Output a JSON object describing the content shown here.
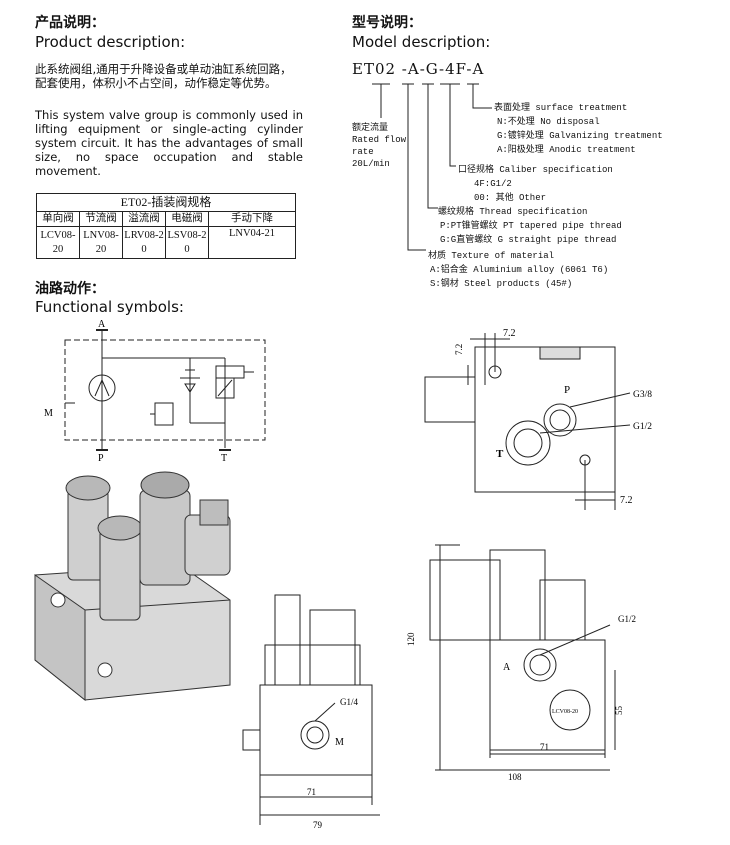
{
  "product": {
    "heading_cn": "产品说明：",
    "heading_en": "Product description:",
    "text_cn": "此系统阀组,通用于升降设备或单动油缸系统回路，配套使用，体积小不占空间，动作稳定等优势。",
    "text_en": "This system valve group is commonly used in lifting equipment or single-acting cylinder system circuit. It has the advantages of small size, no space occupation and stable movement."
  },
  "spec_table": {
    "title": "ET02-插装阀规格",
    "headers": [
      "单向阀",
      "节流阀",
      "溢流阀",
      "电磁阀",
      "手动下降"
    ],
    "values": [
      "LCV08-20",
      "LNV08-20",
      "LRV08-20",
      "LSV08-20",
      "LNV04-21"
    ]
  },
  "functional": {
    "heading_cn": "油路动作：",
    "heading_en": "Functional symbols:",
    "port_a": "A",
    "port_p": "P",
    "port_t": "T",
    "port_m": "M"
  },
  "model": {
    "heading_cn": "型号说明：",
    "heading_en": "Model description:",
    "code": "ET02 -A-G-4F-A",
    "flow": {
      "cn": "额定流量",
      "en1": "Rated flow",
      "en2": "rate",
      "unit": "20L/min"
    },
    "surface": {
      "title": "表面处理 surface treatment",
      "items": [
        "N:不处理 No disposal",
        "G:镀锌处理 Galvanizing treatment",
        "A:阳极处理 Anodic treatment"
      ]
    },
    "caliber": {
      "title": "口径规格 Caliber specification",
      "items": [
        "4F:G1/2",
        "00: 其他 Other"
      ]
    },
    "thread": {
      "title": "螺纹规格 Thread specification",
      "items": [
        "P:PT锥管螺纹 PT tapered pipe thread",
        "G:G直管螺纹 G straight pipe thread"
      ]
    },
    "material": {
      "title": "材质 Texture of material",
      "items": [
        "A:铝合金 Aluminium alloy  (6061 T6)",
        "S:钢材 Steel products  (45#)"
      ]
    }
  },
  "drawing_top": {
    "dim_a": "7.2",
    "dim_b": "7.2",
    "dim_c": "7.2",
    "port_p": "P",
    "port_t": "T",
    "callout1": "G3/8",
    "callout2": "G1/2"
  },
  "drawing_side": {
    "callout": "G1/4",
    "port_m": "M",
    "dim_w1": "71",
    "dim_w2": "79"
  },
  "drawing_front": {
    "callout": "G1/2",
    "port_a": "A",
    "label": "LCV08-20",
    "dim_h": "120",
    "dim_h2": "55",
    "dim_w1": "71",
    "dim_w2": "108"
  }
}
